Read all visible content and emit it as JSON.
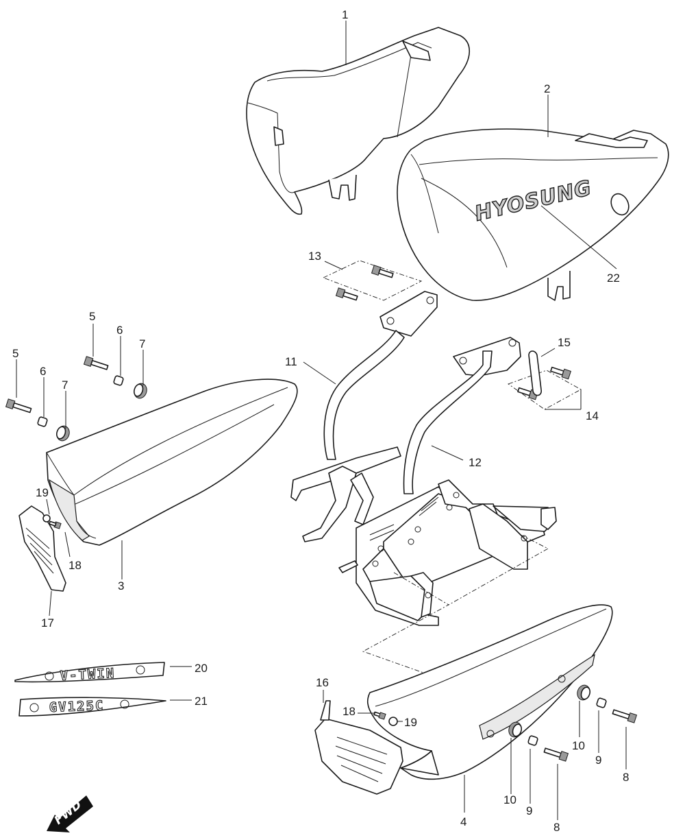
{
  "callouts": [
    "1",
    "2",
    "3",
    "4",
    "5",
    "6",
    "7",
    "8",
    "9",
    "10",
    "11",
    "12",
    "13",
    "14",
    "15",
    "16",
    "17",
    "18",
    "19",
    "20",
    "21",
    "22"
  ],
  "emblems": {
    "v_twin": "V-TWIN",
    "gv125c": "GV125C",
    "logo": "HYOSUNG"
  },
  "direction_arrow": "FWD"
}
